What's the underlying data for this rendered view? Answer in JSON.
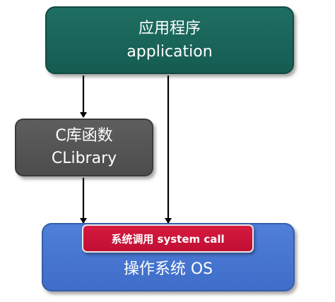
{
  "nodes": {
    "application": {
      "line1": "应用程序",
      "line2": "application"
    },
    "clibrary": {
      "line1": "C库函数",
      "line2": "CLibrary"
    },
    "os": {
      "label": "操作系统 OS"
    },
    "syscall": {
      "label": "系统调用 system call"
    }
  },
  "edges": [
    {
      "from": "application",
      "to": "clibrary"
    },
    {
      "from": "application",
      "to": "syscall"
    },
    {
      "from": "clibrary",
      "to": "syscall"
    }
  ],
  "colors": {
    "application": "#1a6559",
    "clibrary": "#555555",
    "os": "#4676d0",
    "syscall": "#c8143a",
    "arrow": "#000000"
  }
}
